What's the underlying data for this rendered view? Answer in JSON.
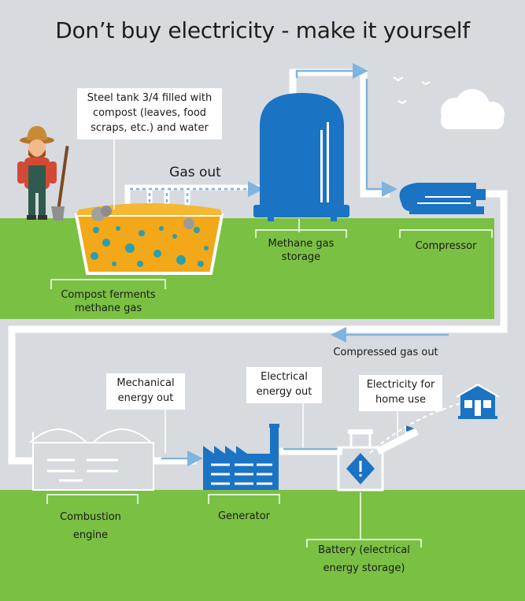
{
  "title": "Don’t buy electricity - make it yourself",
  "labels": {
    "steel_tank": "Steel tank 3/4 filled with compost (leaves, food scraps, etc.) and water",
    "gas_out": "Gas out",
    "methane_storage": "Methane gas storage",
    "compressor": "Compressor",
    "compost_ferments": "Compost ferments methane gas",
    "compressed_gas_out": "Compressed gas out",
    "mechanical_energy": "Mechanical energy out",
    "electrical_energy": "Electrical energy out",
    "electricity_home": "Electricity for home use",
    "combustion_engine": "Combustion engine",
    "generator": "Generator",
    "battery": "Battery (electrical energy storage)"
  },
  "icons": [
    "farmer-icon",
    "shovel-icon",
    "steel-tank-icon",
    "gas-tank-icon",
    "compressor-icon",
    "combustion-engine-icon",
    "generator-factory-icon",
    "battery-icon",
    "house-icon",
    "cloud-icon",
    "bird-icon"
  ],
  "colors": {
    "background": "#d7dade",
    "ground": "#7ac143",
    "pipe": "#ffffff",
    "flow_arrow": "#7fb4e0",
    "storage_blue": "#1b73c4",
    "compost": "#f2a818",
    "bubble": "#2a9fb0"
  }
}
